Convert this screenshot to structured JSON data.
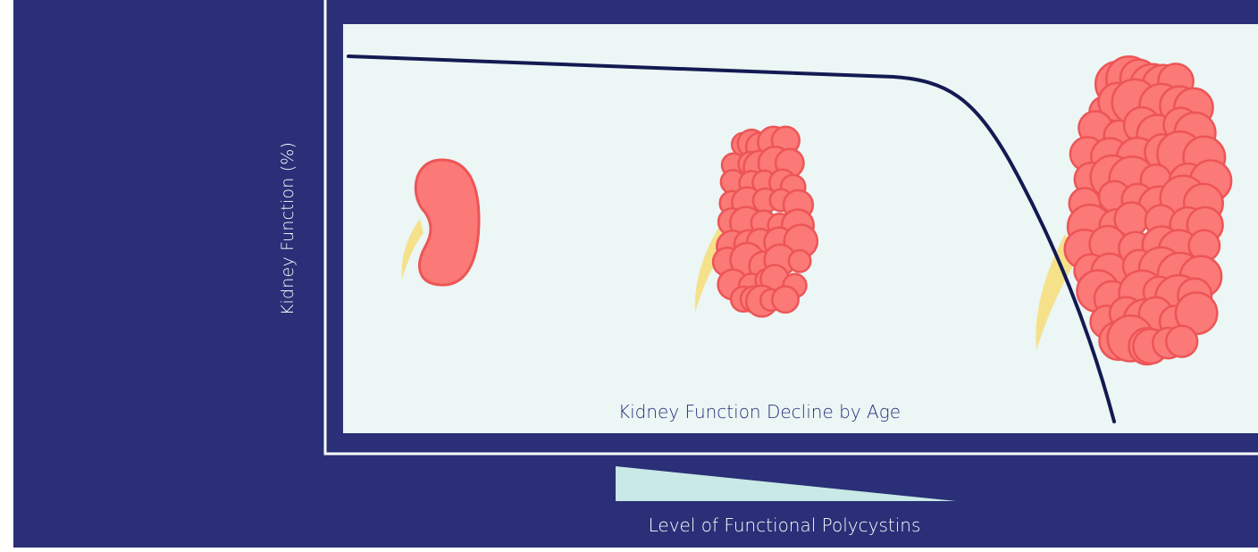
{
  "figure": {
    "y_axis_label": "Kidney Function (%)",
    "x_axis_label": "Level of Functional Polycystins",
    "caption": "Kidney Function Decline by Age"
  },
  "kidneys": [
    {
      "stage": "normal"
    },
    {
      "stage": "moderate"
    },
    {
      "stage": "severe"
    }
  ],
  "colors": {
    "background": "#2a2f77",
    "plot_area": "#ebf6f5",
    "curve": "#131a52",
    "kidney_fill": "#fb7977",
    "kidney_outline": "#ed5556",
    "ureter": "#f6e18b",
    "gradient_wedge": "#c8e9e6",
    "text_light": "#ffffff",
    "caption_text": "#2a2f77"
  }
}
